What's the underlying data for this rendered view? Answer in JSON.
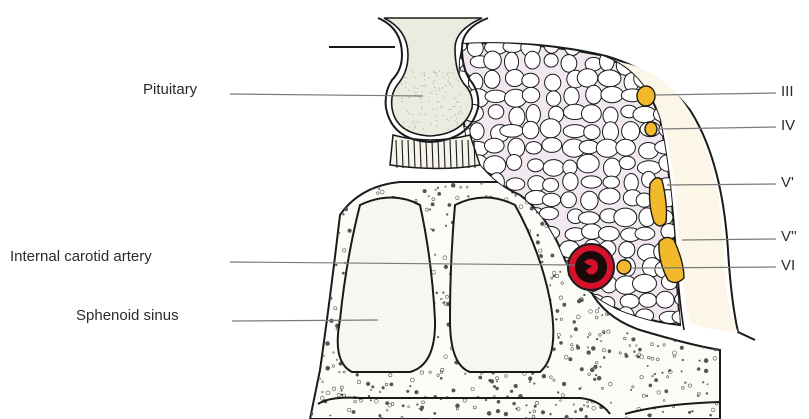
{
  "labels": {
    "pituitary": "Pituitary",
    "internal_carotid_artery": "Internal carotid artery",
    "sphenoid_sinus": "Sphenoid sinus",
    "nerve_iii": "III",
    "nerve_iv": "IV",
    "nerve_v1": "V'",
    "nerve_v2": "V''",
    "nerve_vi": "VI"
  },
  "colors": {
    "outline": "#1a1a1a",
    "leader": "#7a7a7a",
    "pituitary_fill": "#ecebdf",
    "sinus_fill": "#f7f7f2",
    "venous_fill": "#f2e8f1",
    "nerve_fill": "#f2b92b",
    "artery_outer": "#d6122b",
    "artery_inner": "#1a0a0a",
    "bone_dots": "#555555"
  }
}
